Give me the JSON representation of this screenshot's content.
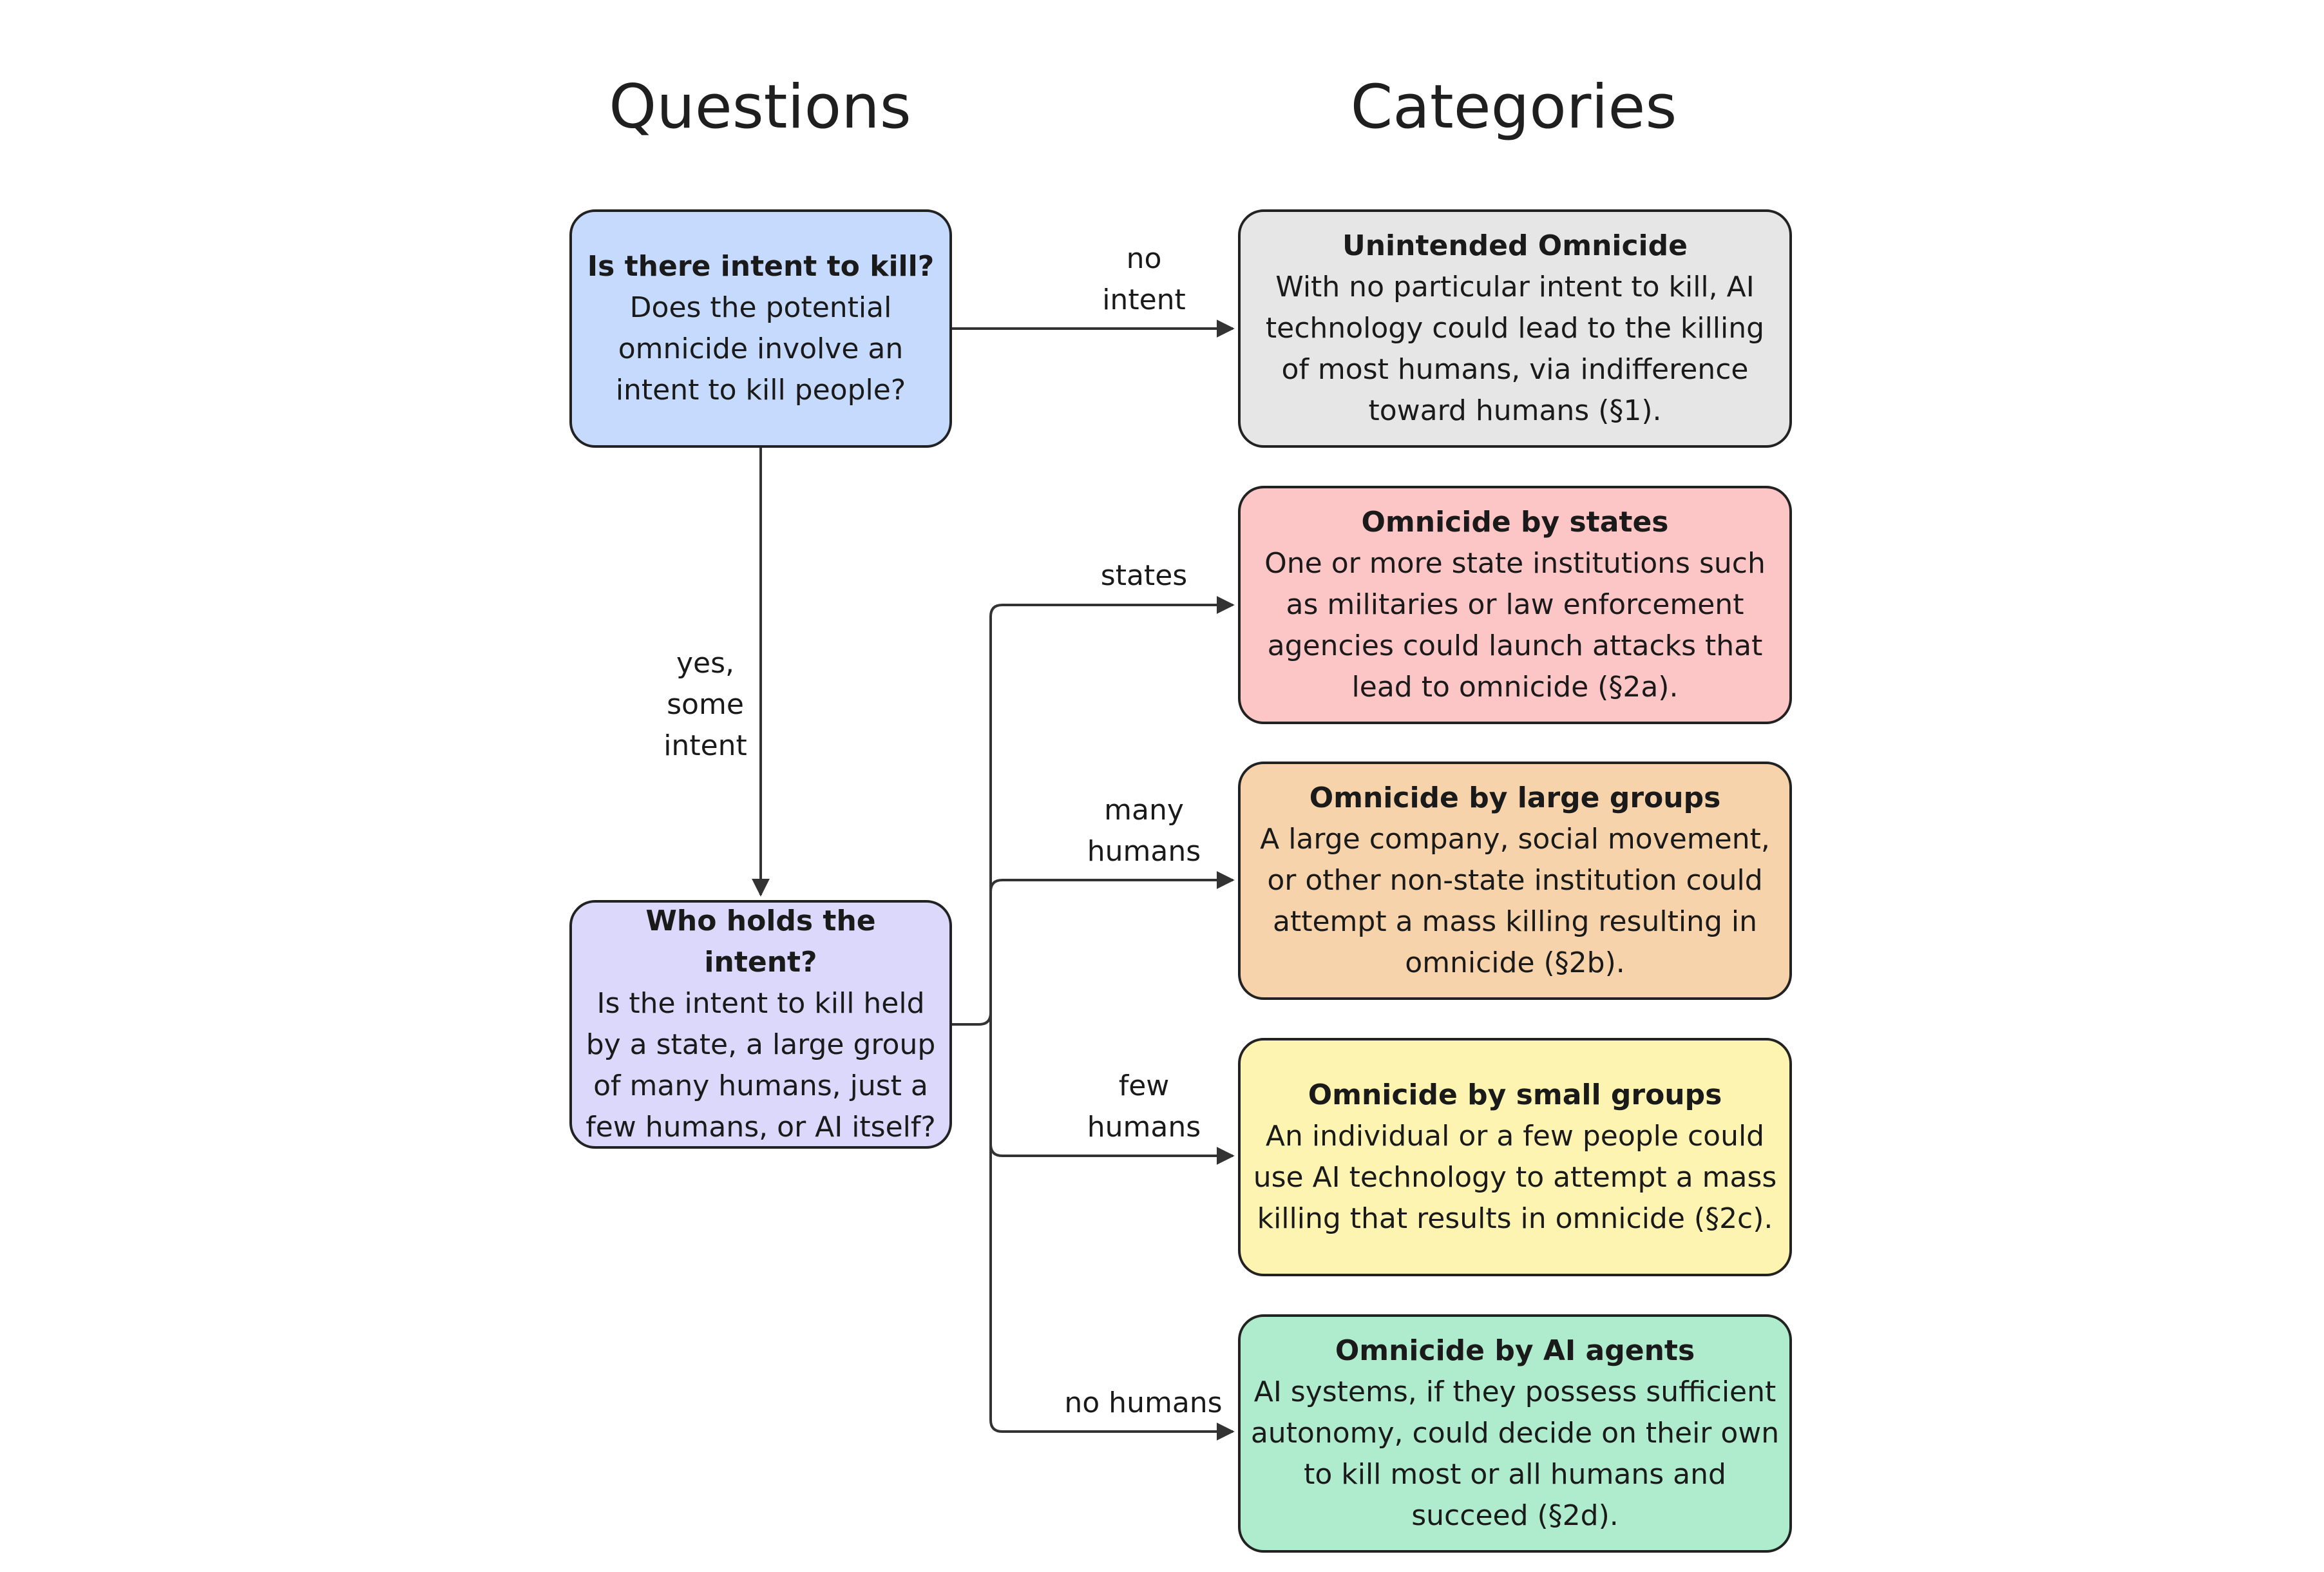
{
  "headers": {
    "questions": "Questions",
    "categories": "Categories"
  },
  "questions": {
    "q1": {
      "title": "Is there intent to kill?",
      "body": "Does the potential omnicide involve an intent to kill people?"
    },
    "q2": {
      "title": "Who holds the intent?",
      "body": "Is the intent to kill held by a state, a large group of many humans, just a few humans, or AI itself?"
    }
  },
  "categories": {
    "c1": {
      "title": "Unintended Omnicide",
      "body": "With no particular intent to kill, AI technology could lead to the killing of most humans, via indifference toward humans (§1)."
    },
    "c2": {
      "title": "Omnicide by states",
      "body": "One or more state institutions such as militaries or law enforcement agencies could launch attacks that lead to omnicide (§2a)."
    },
    "c3": {
      "title": "Omnicide by large groups",
      "body": "A large company, social movement, or other non-state institution could attempt a mass killing resulting in omnicide (§2b)."
    },
    "c4": {
      "title": "Omnicide by small groups",
      "body": "An individual or a few people could use AI technology to attempt a mass killing that results in omnicide (§2c)."
    },
    "c5": {
      "title": "Omnicide by AI agents",
      "body": "AI systems, if they possess sufficient autonomy, could decide on their own to kill most or all humans and succeed (§2d)."
    }
  },
  "edge_labels": {
    "no_intent": "no\nintent",
    "yes_some_intent": "yes,\nsome\nintent",
    "states": "states",
    "many_humans": "many\nhumans",
    "few_humans": "few\nhumans",
    "no_humans": "no humans"
  },
  "colors": {
    "q1": "#c5dafc",
    "q2": "#dcd8fb",
    "c1": "#e6e6e6",
    "c2": "#fdc6c6",
    "c3": "#f6d3ab",
    "c4": "#fdf4b2",
    "c5": "#aeeccd",
    "border": "#222222",
    "edge": "#333333"
  }
}
